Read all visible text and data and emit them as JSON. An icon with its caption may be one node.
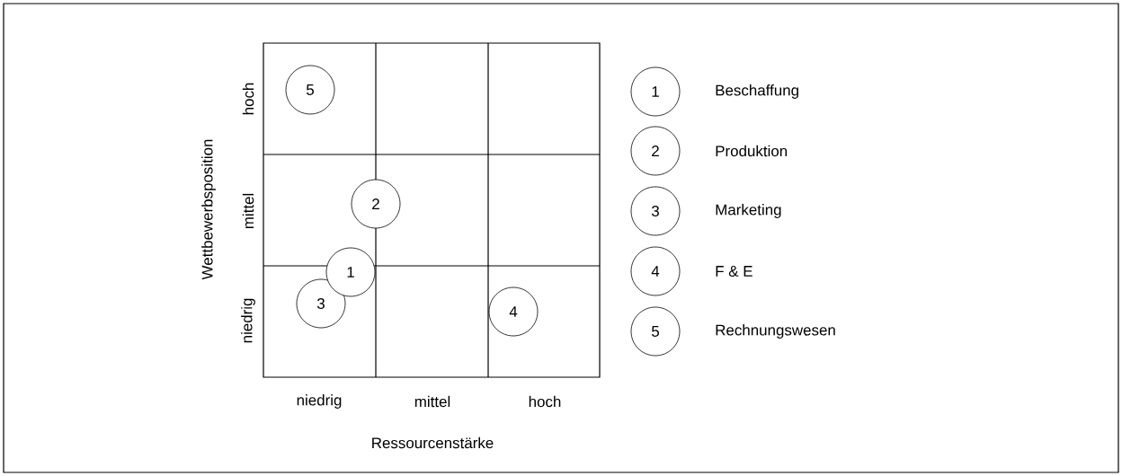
{
  "diagram": {
    "nodes": [
      {
        "text": [
          "5"
        ]
      },
      {
        "text": [
          "2"
        ]
      },
      {
        "text": [
          "1"
        ]
      },
      {
        "text": [
          "3"
        ]
      },
      {
        "text": [
          "4"
        ]
      },
      {
        "text": [
          "1"
        ],
        "beside": [
          "Beschaffung"
        ]
      },
      {
        "text": [
          "2"
        ],
        "beside": [
          "Produktion"
        ]
      },
      {
        "text": [
          "3"
        ],
        "beside": [
          "Marketing"
        ]
      },
      {
        "text": [
          "4"
        ],
        "beside": [
          "F & E"
        ]
      },
      {
        "text": [
          "5"
        ],
        "beside": [
          "Rechnungswesen"
        ]
      }
    ],
    "labels": [
      "Wettbewerbsposition",
      "hoch",
      "mittel",
      "niedrig",
      "niedrig",
      "mittel",
      "hoch",
      "Ressourcenstärke"
    ]
  }
}
